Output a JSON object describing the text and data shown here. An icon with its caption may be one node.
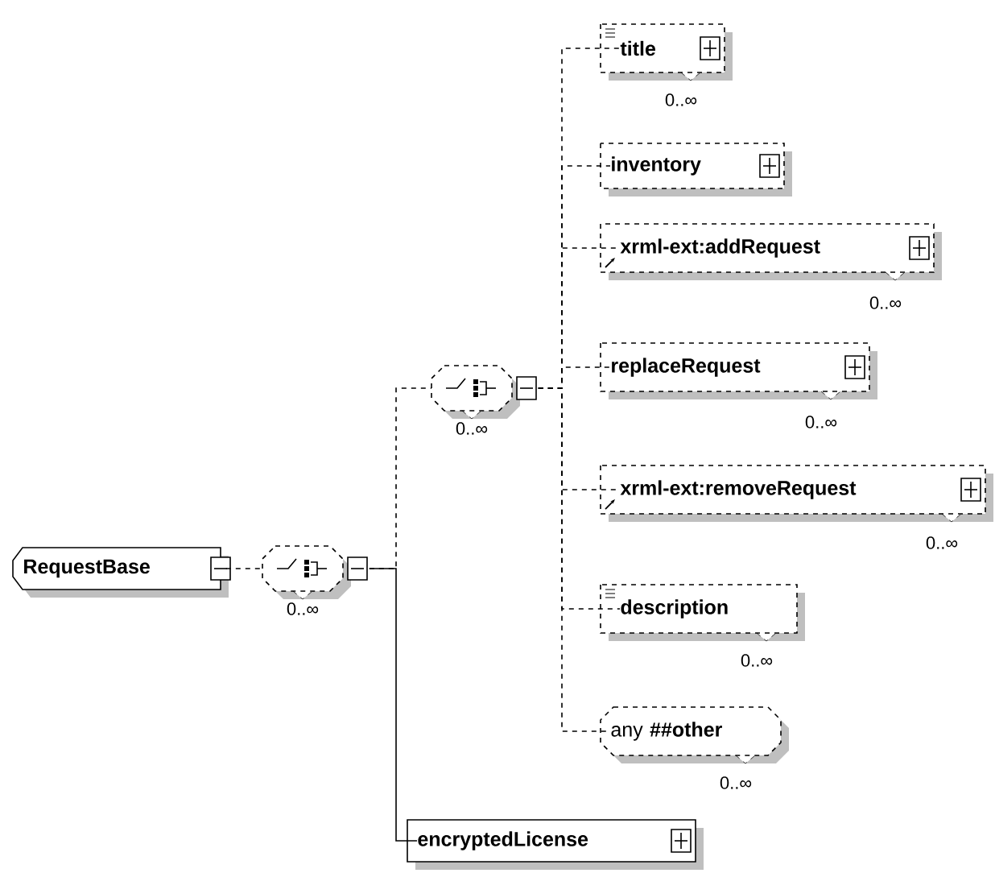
{
  "diagram": {
    "nodes": [
      {
        "text": [
          "RequestBase"
        ]
      },
      {
        "text": [],
        "shape": "octagon",
        "beside": [
          "0..∞"
        ]
      },
      {
        "text": [],
        "shape": "octagon",
        "beside": [
          "0..∞"
        ]
      },
      {
        "text": [
          "title"
        ],
        "beside": [
          "0..∞"
        ]
      },
      {
        "text": [
          "inventory"
        ]
      },
      {
        "text": [
          "xrml-ext:addRequest"
        ],
        "beside": [
          "0..∞"
        ]
      },
      {
        "text": [
          "replaceRequest"
        ],
        "beside": [
          "0..∞"
        ]
      },
      {
        "text": [
          "xrml-ext:removeRequest"
        ],
        "beside": [
          "0..∞"
        ]
      },
      {
        "text": [
          "description"
        ],
        "beside": [
          "0..∞"
        ]
      },
      {
        "text": [
          "any **##other**"
        ],
        "beside": [
          "0..∞"
        ]
      },
      {
        "text": [
          "encryptedLicense"
        ]
      }
    ],
    "edges": [
      {
        "from": 0,
        "to": 1,
        "arrow": "none",
        "style": "dashed"
      },
      {
        "from": 1,
        "to": 2,
        "arrow": "none",
        "style": "dashed"
      },
      {
        "from": 1,
        "to": 10,
        "arrow": "none"
      },
      {
        "from": 2,
        "to": 3,
        "arrow": "none",
        "style": "dashed"
      },
      {
        "from": 2,
        "to": 4,
        "arrow": "none",
        "style": "dashed"
      },
      {
        "from": 2,
        "to": 5,
        "arrow": "none",
        "style": "dashed"
      },
      {
        "from": 2,
        "to": 6,
        "arrow": "none",
        "style": "dashed"
      },
      {
        "from": 2,
        "to": 7,
        "arrow": "none",
        "style": "dashed"
      },
      {
        "from": 2,
        "to": 8,
        "arrow": "none",
        "style": "dashed"
      },
      {
        "from": 2,
        "to": 9,
        "arrow": "none",
        "style": "dashed"
      }
    ]
  }
}
